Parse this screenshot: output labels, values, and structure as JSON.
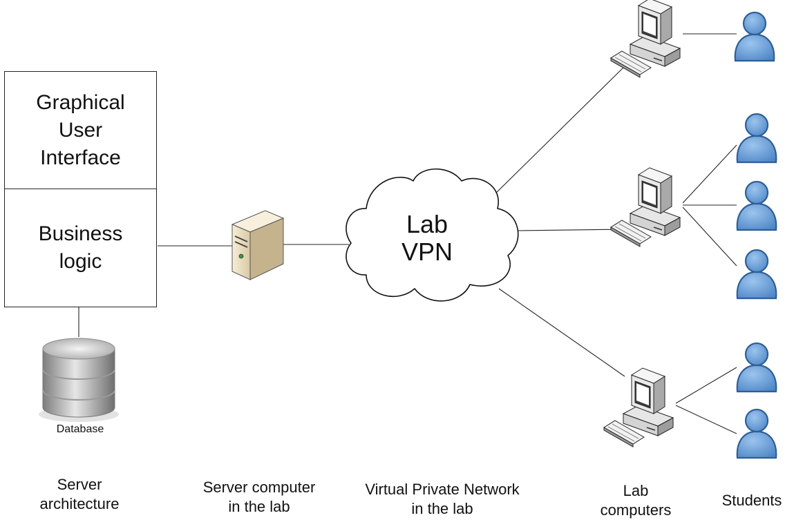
{
  "architecture": {
    "gui": "Graphical\nUser\nInterface",
    "logic": "Business\nlogic"
  },
  "database_label": "Database",
  "cloud_label": "Lab\nVPN",
  "captions": {
    "server_architecture": "Server\narchitecture",
    "server_computer": "Server computer\nin the lab",
    "vpn": "Virtual Private Network\nin the lab",
    "lab_computers": "Lab\ncomputers",
    "students": "Students"
  },
  "icons": {
    "database": "database-icon",
    "server": "server-tower-icon",
    "cloud": "cloud-icon",
    "computer": "desktop-computer-icon",
    "student": "user-person-icon"
  },
  "colors": {
    "person_fill": "#5b95d3",
    "person_stroke": "#2e5f97",
    "server_body": "#efe2c4",
    "line": "#222222"
  }
}
